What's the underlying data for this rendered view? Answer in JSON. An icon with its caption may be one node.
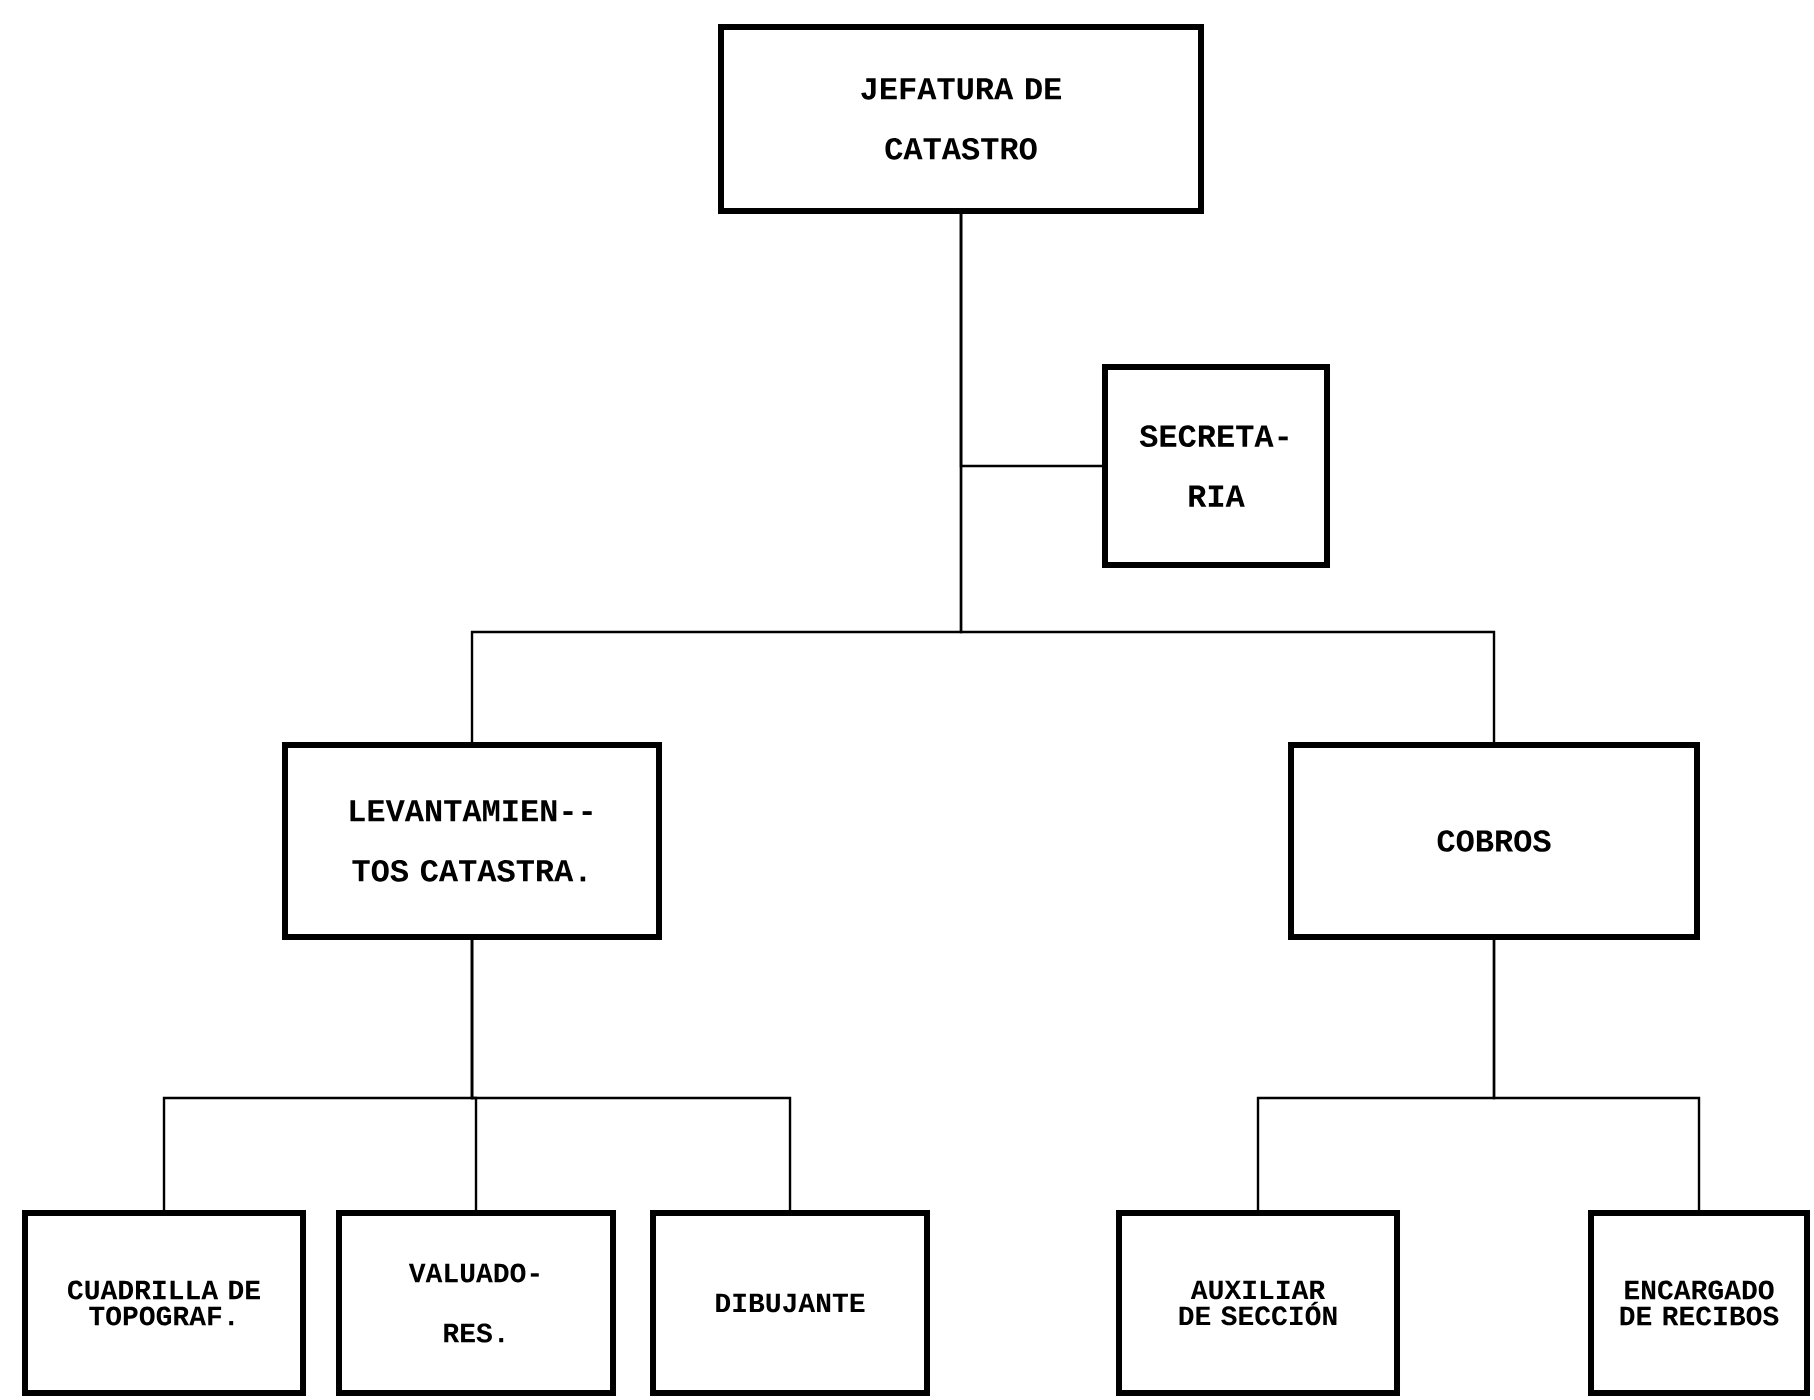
{
  "diagram": {
    "nodes": [
      {
        "text": [
          "JEFATURA DE CATASTRO"
        ]
      },
      {
        "text": [
          "SECRETA- RIA"
        ]
      },
      {
        "text": [
          "LEVANTAMIEN-- TOS CATASTRA."
        ]
      },
      {
        "text": [
          "COBROS"
        ]
      },
      {
        "text": [
          "CUADRILLA DE TOPOGRAF."
        ]
      },
      {
        "text": [
          "VALUADO- RES."
        ]
      },
      {
        "text": [
          "DIBUJANTE"
        ]
      },
      {
        "text": [
          "AUXILIAR DE SECCIÓN"
        ]
      },
      {
        "text": [
          "ENCARGADO DE RECIBOS"
        ]
      }
    ],
    "edges": [
      {
        "from": 0,
        "to": 1,
        "arrow": "none"
      },
      {
        "from": 0,
        "to": 2,
        "arrow": "none"
      },
      {
        "from": 0,
        "to": 3,
        "arrow": "none"
      },
      {
        "from": 2,
        "to": 4,
        "arrow": "none"
      },
      {
        "from": 2,
        "to": 5,
        "arrow": "none"
      },
      {
        "from": 2,
        "to": 6,
        "arrow": "none"
      },
      {
        "from": 3,
        "to": 7,
        "arrow": "none"
      },
      {
        "from": 3,
        "to": 8,
        "arrow": "none"
      }
    ]
  }
}
